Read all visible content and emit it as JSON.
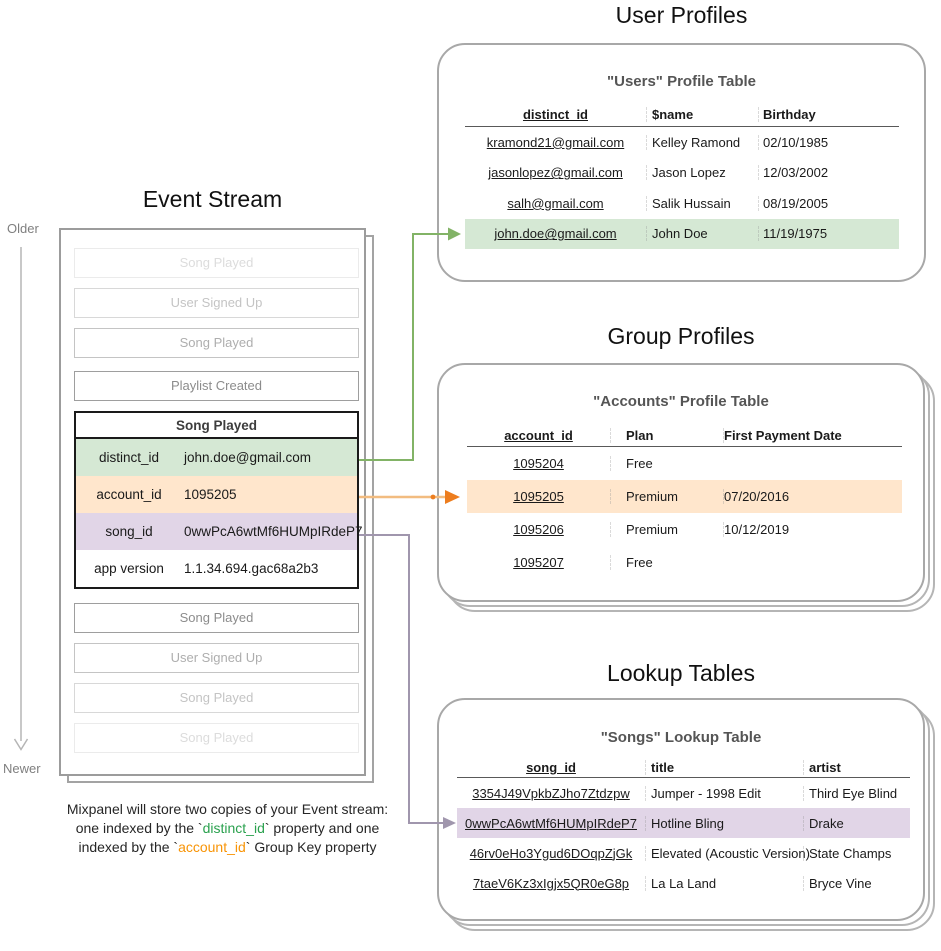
{
  "colors": {
    "green_highlight": "#d5e8d4",
    "green_arrow": "#82b366",
    "green_keyword": "#2aa14e",
    "orange_highlight": "#ffe6cc",
    "orange_arrow_head": "#ed7d1e",
    "orange_arrow_line": "#f2bc80",
    "orange_keyword": "#f89406",
    "purple_highlight": "#e1d5e7",
    "purple_arrow": "#a096ad"
  },
  "event_stream": {
    "title": "Event Stream",
    "older_label": "Older",
    "newer_label": "Newer",
    "events_before": [
      {
        "label": "Song Played"
      },
      {
        "label": "User Signed Up"
      },
      {
        "label": "Song Played"
      },
      {
        "label": "Playlist Created"
      }
    ],
    "expanded_event": {
      "name": "Song Played",
      "properties": [
        {
          "key": "distinct_id",
          "value": "john.doe@gmail.com",
          "highlight": "green"
        },
        {
          "key": "account_id",
          "value": "1095205",
          "highlight": "orange"
        },
        {
          "key": "song_id",
          "value": "0wwPcA6wtMf6HUMpIRdeP7",
          "highlight": "purple"
        },
        {
          "key": "app version",
          "value": "1.1.34.694.gac68a2b3",
          "highlight": "none"
        }
      ]
    },
    "events_after": [
      {
        "label": "Song Played"
      },
      {
        "label": "User Signed Up"
      },
      {
        "label": "Song Played"
      },
      {
        "label": "Song Played"
      }
    ]
  },
  "user_profiles": {
    "section_title": "User Profiles",
    "table_title": "\"Users\" Profile Table",
    "headers": [
      "distinct_id",
      "$name",
      "Birthday"
    ],
    "rows": [
      [
        "kramond21@gmail.com",
        "Kelley Ramond",
        "02/10/1985"
      ],
      [
        "jasonlopez@gmail.com",
        "Jason Lopez",
        "12/03/2002"
      ],
      [
        "salh@gmail.com",
        "Salik Hussain",
        "08/19/2005"
      ],
      [
        "john.doe@gmail.com",
        "John Doe",
        "11/19/1975"
      ]
    ],
    "highlighted_row_index": 3
  },
  "group_profiles": {
    "section_title": "Group Profiles",
    "table_title": "\"Accounts\" Profile Table",
    "headers": [
      "account_id",
      "Plan",
      "First Payment Date"
    ],
    "rows": [
      [
        "1095204",
        "Free",
        ""
      ],
      [
        "1095205",
        "Premium",
        "07/20/2016"
      ],
      [
        "1095206",
        "Premium",
        "10/12/2019"
      ],
      [
        "1095207",
        "Free",
        ""
      ]
    ],
    "highlighted_row_index": 1
  },
  "lookup_tables": {
    "section_title": "Lookup Tables",
    "table_title": "\"Songs\" Lookup Table",
    "headers": [
      "song_id",
      "title",
      "artist"
    ],
    "rows": [
      [
        "3354J49VpkbZJho7Ztdzpw",
        "Jumper - 1998 Edit",
        "Third Eye Blind"
      ],
      [
        "0wwPcA6wtMf6HUMpIRdeP7",
        "Hotline Bling",
        "Drake"
      ],
      [
        "46rv0eHo3Ygud6DOqpZjGk",
        "Elevated (Acoustic Version)",
        "State Champs"
      ],
      [
        "7taeV6Kz3xIgjx5QR0eG8p",
        "La La Land",
        "Bryce Vine"
      ]
    ],
    "highlighted_row_index": 1
  },
  "caption": {
    "line1": "Mixpanel will store two copies of your Event stream:",
    "line2_pre": "one indexed by the `",
    "line2_key": "distinct_id",
    "line2_post": "` property and one",
    "line3_pre": "indexed by the `",
    "line3_key": "account_id",
    "line3_post": "` Group Key property"
  }
}
